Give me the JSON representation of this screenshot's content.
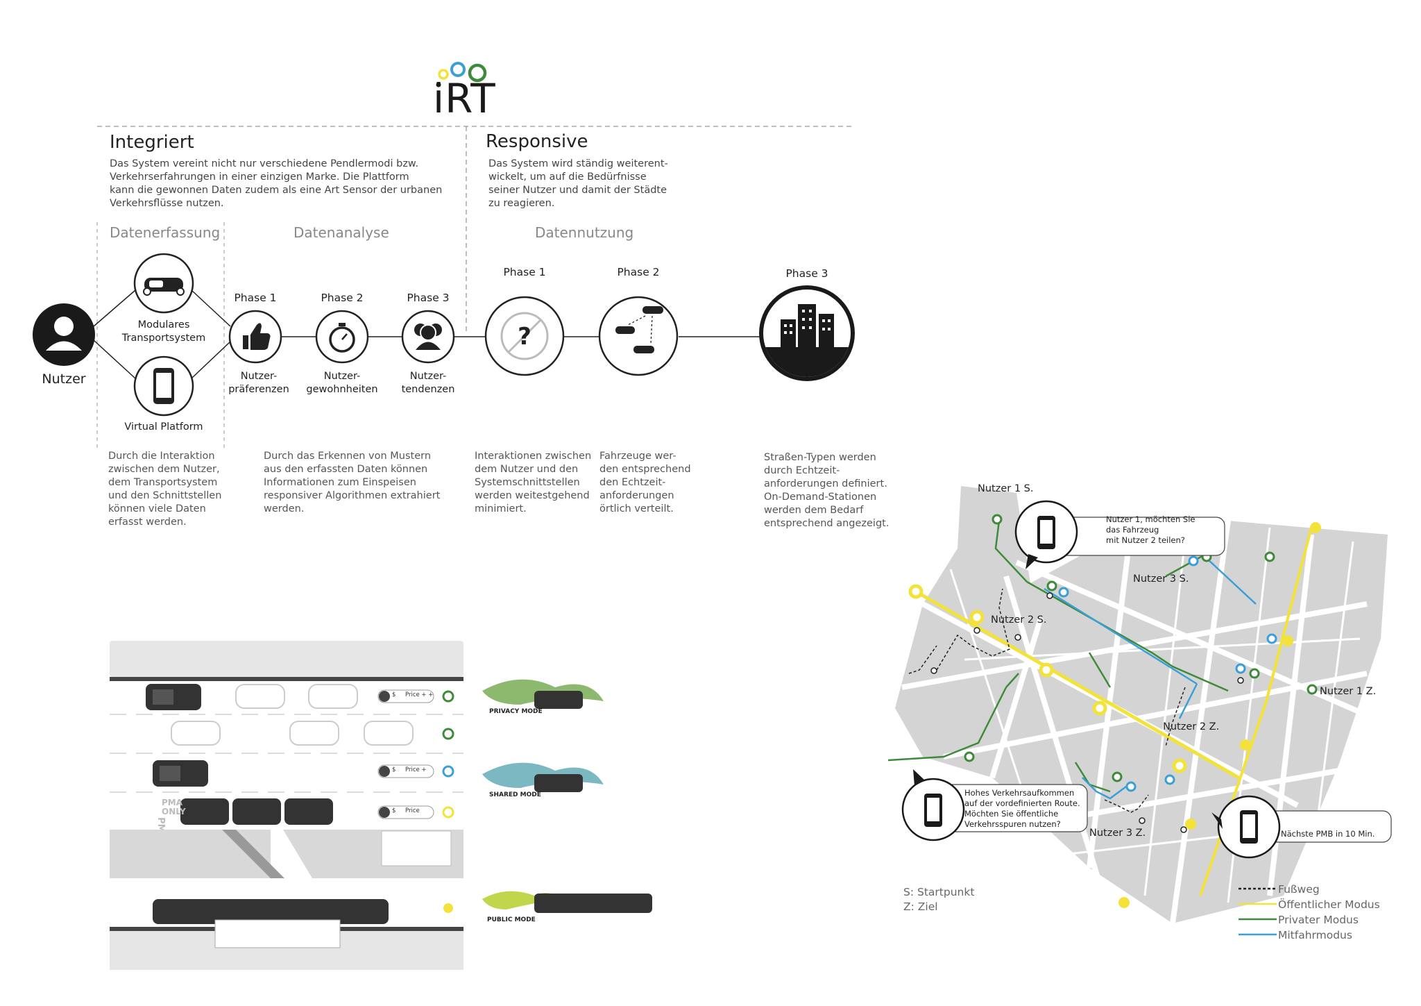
{
  "logo": {
    "text": "iRT"
  },
  "sections": {
    "integriert": {
      "title": "Integriert",
      "body": "Das System vereint nicht nur verschiedene Pendlermodi bzw.\nVerkehrserfahrungen in einer einzigen Marke. Die Plattform\nkann die gewonnen Daten zudem als eine Art Sensor der urbanen\nVerkehrsflüsse nutzen."
    },
    "responsive": {
      "title": "Responsive",
      "body": "Das System wird ständig weiterent-\nwickelt, um auf die Bedürfnisse\nseiner Nutzer und damit der Städte\nzu reagieren."
    }
  },
  "stages": {
    "erfassung": "Datenerfassung",
    "analyse": "Datenanalyse",
    "nutzung": "Datennutzung"
  },
  "nodes": {
    "nutzer": "Nutzer",
    "modular": "Modulares\nTransportsystem",
    "virtual": "Virtual Platform",
    "analyse_phase1": "Phase 1",
    "analyse_phase2": "Phase 2",
    "analyse_phase3": "Phase 3",
    "praeferenzen": "Nutzer-\npräferenzen",
    "gewohnheiten": "Nutzer-\ngewohnheiten",
    "tendenzen": "Nutzer-\ntendenzen",
    "nutzung_phase1": "Phase 1",
    "nutzung_phase2": "Phase 2",
    "nutzung_phase3": "Phase 3"
  },
  "descriptions": {
    "d1": "Durch die Interaktion\nzwischen dem Nutzer,\ndem Transportsystem\nund den Schnittstellen\nkönnen viele Daten\nerfasst werden.",
    "d2": "Durch das Erkennen von Mustern\naus den erfassten Daten können\nInformationen zum Einspeisen\nresponsiver Algorithmen extrahiert\nwerden.",
    "d3": "Interaktionen zwischen\ndem Nutzer und den\nSystemschnittstellen\nwerden weitestgehend\nminimiert.",
    "d4": "Fahrzeuge wer-\nden entsprechend\nden Echtzeit-\nanforderungen\nörtlich verteilt.",
    "d5": "Straßen-Typen werden\ndurch Echtzeit-\nanforderungen definiert.\nOn-Demand-Stationen\nwerden dem Bedarf\nentsprechend angezeigt."
  },
  "lanes": {
    "price1": "Price + +",
    "price2": "Price +",
    "price3": "Price",
    "currency": "$",
    "pma": "PMA\nONLY",
    "privacy": "PRIVACY MODE",
    "shared": "SHARED MODE",
    "public": "PUBLIC MODE"
  },
  "map": {
    "labels": {
      "n1s": "Nutzer 1 S.",
      "n2s": "Nutzer 2 S.",
      "n3s": "Nutzer 3 S.",
      "n1z": "Nutzer 1 Z.",
      "n2z": "Nutzer 2 Z.",
      "n3z": "Nutzer 3 Z."
    },
    "bubbles": {
      "b1": "Nutzer 1, möchten Sie\ndas Fahrzeug\nmit Nutzer 2 teilen?",
      "b2": "Hohes Verkehrsaufkommen\nauf der vordefinierten Route.\nMöchten Sie öffentliche\nVerkehrsspuren nutzen?",
      "b3": "Nächste PMB in 10 Min."
    },
    "key": {
      "s": "S: Startpunkt",
      "z": "Z: Ziel"
    },
    "legend": {
      "walk": "Fußweg",
      "public": "Öffentlicher Modus",
      "private": "Privater Modus",
      "ride": "Mitfahrmodus"
    }
  },
  "colors": {
    "yellow": "#f2e23a",
    "green": "#3f8a3a",
    "blue": "#3a9fd6",
    "dark": "#1a1a1a",
    "map_block": "#d4d4d4"
  }
}
